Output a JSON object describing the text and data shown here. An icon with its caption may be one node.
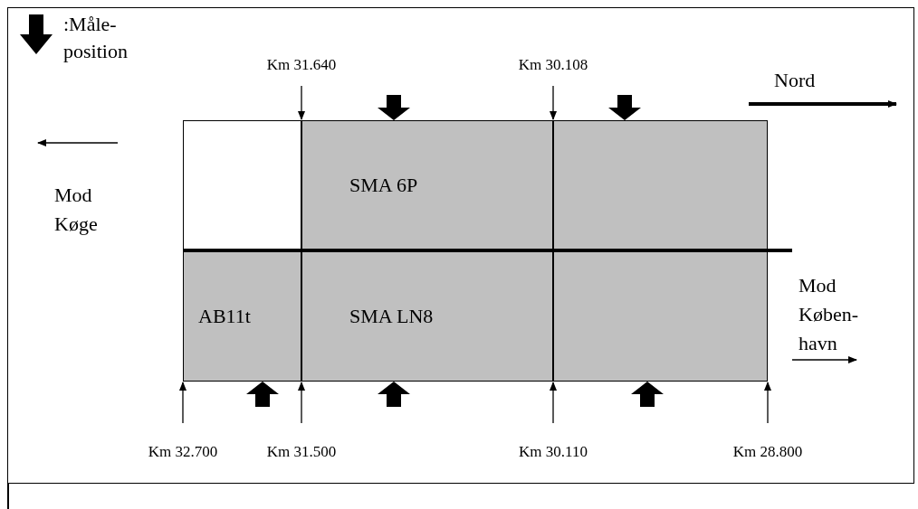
{
  "diagram": {
    "nodes": [
      {
        "text": [],
        "shape": "box"
      },
      {
        "text": [
          "SMA 6P"
        ]
      },
      {
        "text": [],
        "shape": "box"
      },
      {
        "text": [
          "AB11t"
        ]
      },
      {
        "text": [
          "SMA LN8"
        ]
      },
      {
        "text": [],
        "shape": "box"
      }
    ],
    "labels": [
      "Km 31.640",
      "Km 30.108",
      "Nord",
      "Mod Køge",
      "Mod Køben-havn",
      "Km 32.700",
      "Km 31.500",
      "Km 30.110",
      "Km 28.800"
    ],
    "legend": [
      {
        "text": ":Måle-position"
      }
    ]
  }
}
